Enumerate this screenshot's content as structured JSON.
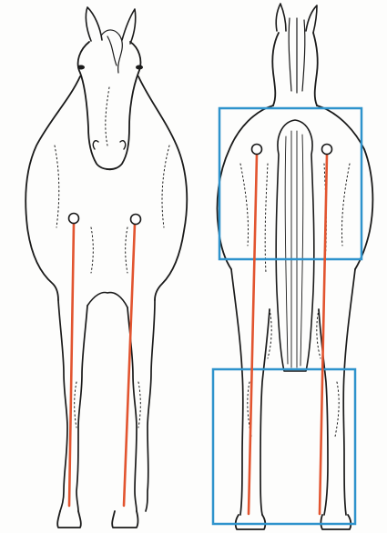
{
  "figure": {
    "views": [
      {
        "id": "front-view",
        "markers": 2,
        "plumb_lines": 2,
        "boxes": 0
      },
      {
        "id": "rear-view",
        "markers": 2,
        "plumb_lines": 2,
        "boxes": 2
      }
    ]
  },
  "colors": {
    "background": "#fdfdfc",
    "outline": "#1a1a1a",
    "plumb_line": "#e2542f",
    "box": "#2e93cc",
    "marker_fill": "#ffffff"
  }
}
